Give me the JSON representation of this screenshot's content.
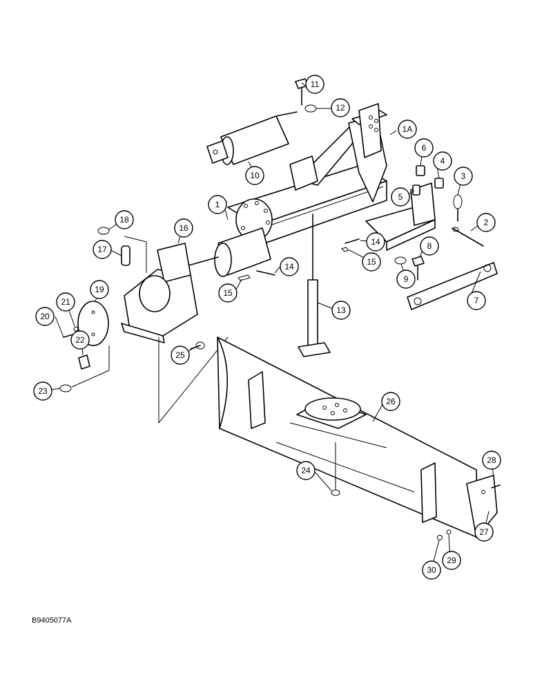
{
  "figure_code": "B9405077A",
  "callouts": [
    "1",
    "1A",
    "2",
    "3",
    "4",
    "5",
    "6",
    "7",
    "8",
    "9",
    "10",
    "11",
    "12",
    "13",
    "14",
    "14",
    "15",
    "15",
    "16",
    "17",
    "18",
    "19",
    "20",
    "21",
    "22",
    "23",
    "24",
    "25",
    "26",
    "27",
    "28",
    "29",
    "30"
  ]
}
